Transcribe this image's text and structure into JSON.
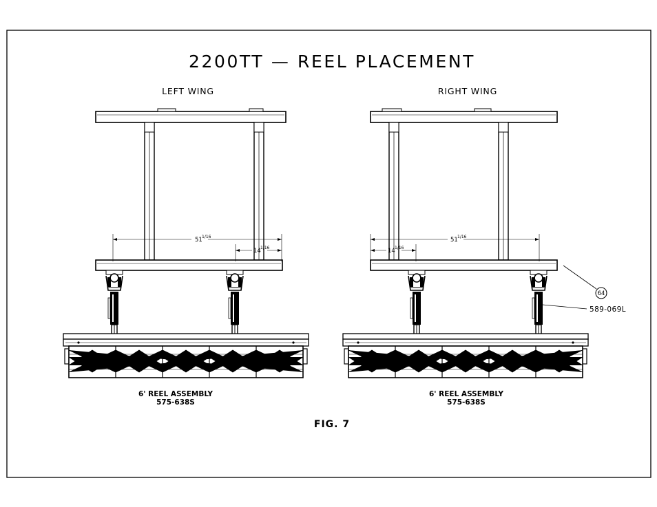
{
  "title": "2200TT  —  REEL PLACEMENT",
  "figure_label": "FIG. 7",
  "left": {
    "heading": "LEFT WING",
    "dim_outer": "51",
    "dim_outer_frac": "1/16",
    "dim_inner": "14",
    "dim_inner_frac": "1/16",
    "assembly_line1": "6' REEL ASSEMBLY",
    "assembly_line2": "575-638S"
  },
  "right": {
    "heading": "RIGHT WING",
    "dim_outer": "51",
    "dim_outer_frac": "1/16",
    "dim_inner": "14",
    "dim_inner_frac": "1/16",
    "assembly_line1": "6' REEL ASSEMBLY",
    "assembly_line2": "575-638S"
  },
  "callouts": {
    "balloon": "64",
    "part_number": "589-069L"
  }
}
